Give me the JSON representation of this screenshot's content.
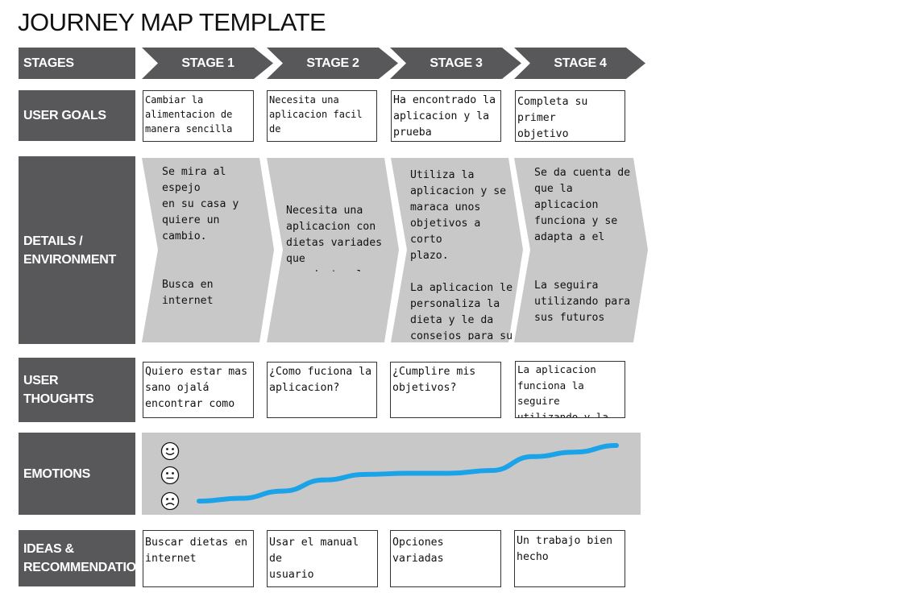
{
  "title": "JOURNEY MAP TEMPLATE",
  "row_labels": {
    "stages": "STAGES",
    "user_goals": "USER GOALS",
    "details": "DETAILS /\nENVIRONMENT",
    "thoughts": "USER\nTHOUGHTS",
    "emotions": "EMOTIONS",
    "ideas": "IDEAS &\nRECOMMENDATIONS"
  },
  "stages": [
    "STAGE 1",
    "STAGE 2",
    "STAGE 3",
    "STAGE 4"
  ],
  "user_goals": [
    "Cambiar la\nalimentacion de\nmanera sencilla",
    "Necesita una\naplicacion facil de\nusar",
    "Ha encontrado la\naplicacion y la\nprueba",
    "Completa su primer\nobjetivo"
  ],
  "details": [
    "Se mira al espejo\nen su casa y\nquiere un cambio.\n\n\nBusca en internet\nmaneras de\ncoseguirlo",
    "Necesita una\naplicacion con\ndietas variades que\nse adapte al cliente",
    "Utiliza la\naplicacion y se\nmaraca unos\nobjetivos a corto\nplazo.\n\nLa aplicacion le\npersonaliza la\ndieta y le da\nconsejos para su\nobjetivo",
    "Se da cuenta de\nque la aplicacion\nfunciona y se\nadapta a el\n\n\nLa seguira\nutilizando para\nsus futuros\nobjetivos"
  ],
  "user_thoughts": [
    "Quiero estar mas\nsano ojalá\nencontrar como",
    "¿Como fuciona la\naplicacion?",
    "¿Cumplire mis\nobjetivos?",
    "La aplicacion\nfunciona la seguire\nutilizando y la\nrecomendare"
  ],
  "emotions": {
    "faces": [
      "happy-face-icon",
      "neutral-face-icon",
      "sad-face-icon"
    ],
    "curve_color": "#1aa3e8",
    "levels": [
      0.0,
      0.05,
      0.18,
      0.38,
      0.48,
      0.5,
      0.5,
      0.55,
      0.8,
      0.88,
      1.0
    ]
  },
  "ideas": [
    "Buscar dietas en\ninternet",
    "Usar el manual de\nusuario",
    "Opciones variadas",
    "Un trabajo bien\nhecho"
  ],
  "colors": {
    "label_bg": "#58585a",
    "stage_arrow": "#58585a",
    "detail_chevron": "#c8c8c8",
    "emotions_bg": "#c8c8c8"
  }
}
